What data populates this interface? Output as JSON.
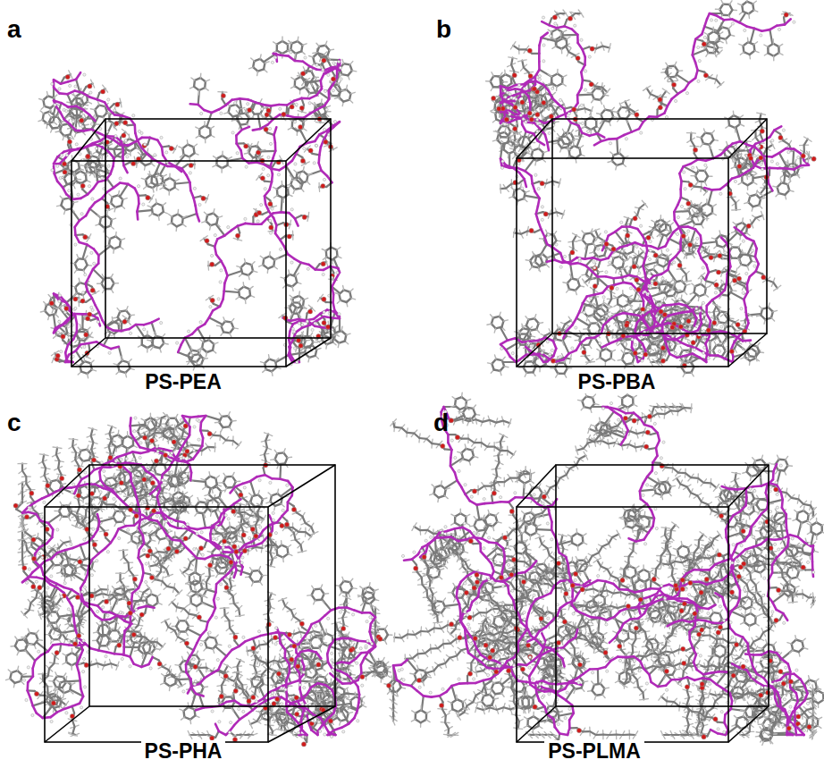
{
  "diagram": {
    "labels": [
      "a",
      "PS-PEA",
      "b",
      "PS-PBA",
      "c",
      "PS-PHA",
      "d",
      "PS-PLMA"
    ]
  }
}
